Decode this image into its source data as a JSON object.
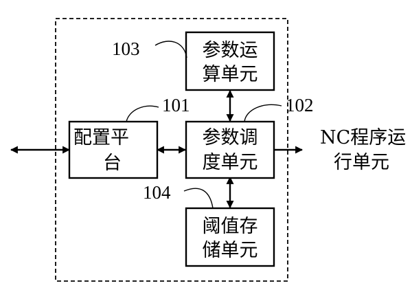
{
  "units": {
    "config_platform": {
      "line1": "配置平",
      "line2": "台"
    },
    "param_calc": {
      "line1": "参数运",
      "line2": "算单元"
    },
    "param_schedule": {
      "line1": "参数调",
      "line2": "度单元"
    },
    "threshold_storage": {
      "line1": "阈值存",
      "line2": "储单元"
    }
  },
  "output": {
    "line1": "NC程序运",
    "line2": "行单元"
  },
  "refs": {
    "r101": "101",
    "r102": "102",
    "r103": "103",
    "r104": "104"
  }
}
